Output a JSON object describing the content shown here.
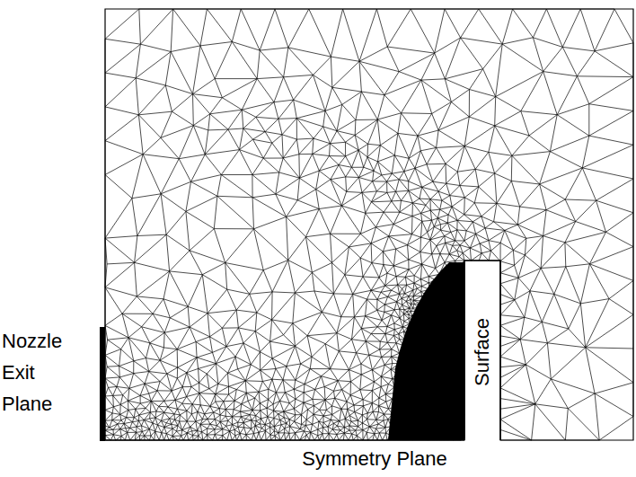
{
  "diagram": {
    "labels": [
      "Nozzle Exit Plane",
      "Surface",
      "Symmetry Plane"
    ]
  }
}
